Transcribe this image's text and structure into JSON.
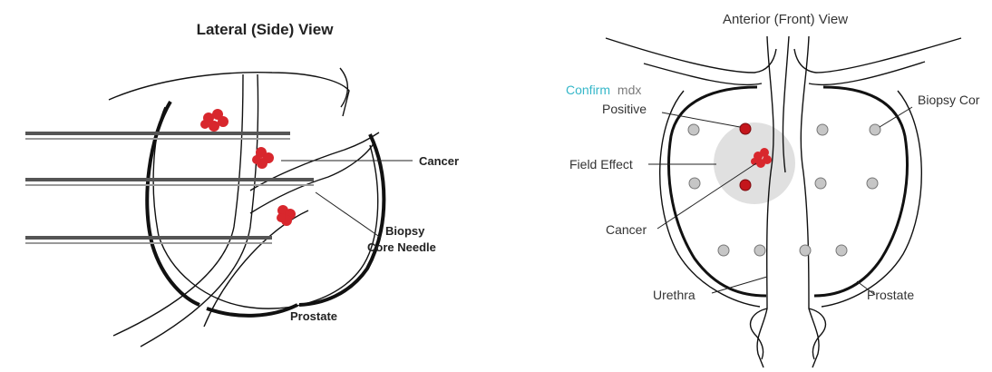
{
  "left_panel": {
    "title": "Lateral (Side) View",
    "labels": {
      "cancer": "Cancer",
      "needle_line1": "Biopsy",
      "needle_line2": "Core Needle",
      "prostate": "Prostate"
    }
  },
  "right_panel": {
    "title": "Anterior (Front) View",
    "brand_part1": "Confirm",
    "brand_part2": "mdx",
    "labels": {
      "positive": "Positive",
      "field_effect": "Field Effect",
      "cancer": "Cancer",
      "urethra": "Urethra",
      "prostate": "Prostate",
      "biopsy_core": "Biopsy Cor"
    }
  },
  "colors": {
    "cancer_red": "#d8272d",
    "positive_core": "#c4161c",
    "core_grey": "#c6c6c6",
    "field_effect_halo": "#dadada",
    "brand_teal": "#36b7c9",
    "needle": "#555555"
  }
}
